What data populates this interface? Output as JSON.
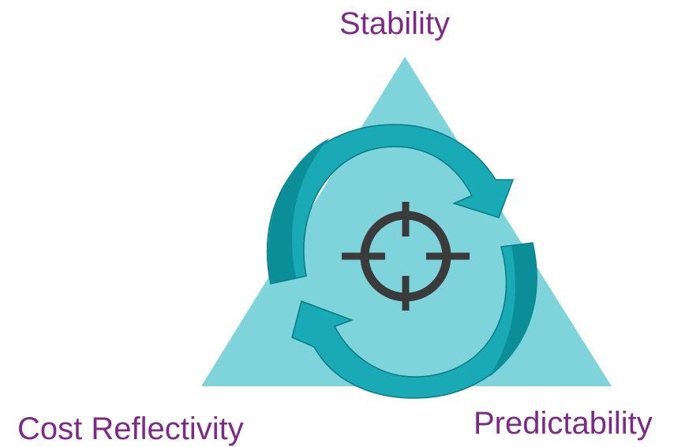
{
  "labels": {
    "top": "Stability",
    "bottom_left": "Cost Reflectivity",
    "bottom_right": "Predictability"
  },
  "icons": {
    "center": "crosshair-target-icon",
    "cycle": "circular-arrows-icon"
  },
  "colors": {
    "triangle": "#7fd4dc",
    "arrow_light": "#1aaab6",
    "arrow_dark": "#0b8e98",
    "arrow_edge": "#087a82",
    "target": "#3b3b3b",
    "label_text": "#7c2a86"
  }
}
